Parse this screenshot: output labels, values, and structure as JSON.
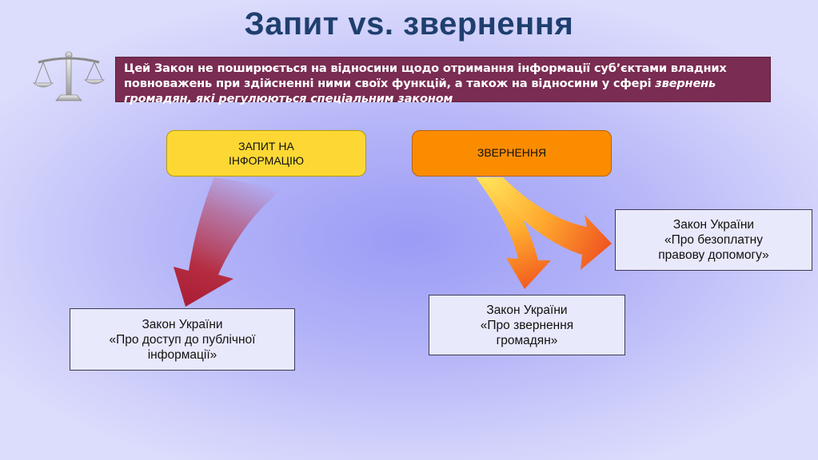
{
  "title": "Запит vs. звернення",
  "note": {
    "plain": "Цей Закон не поширюється на відносини щодо отримання інформації суб’єктами владних повноважень при здійсненні ними своїх функцій, а також на відносини у сфері ",
    "italic": "звернень громадян, які регулюються спеціальним законом"
  },
  "boxes": {
    "request": "ЗАПИТ НА\nІНФОРМАЦІЮ",
    "appeal": "ЗВЕРНЕННЯ"
  },
  "laws": {
    "public_info": "Закон України\n«Про доступ до публічної\nінформації»",
    "appeals": "Закон України\n«Про звернення\nгромадян»",
    "legal_aid": "Закон України\n«Про безоплатну\nправову допомогу»"
  },
  "colors": {
    "title": "#1f3f6e",
    "note_bg": "#7a2c52",
    "request_box": "#fdd835",
    "appeal_box": "#fb8c00",
    "arrow_red": "#b71c3a",
    "arrow_orange": "#f4511e",
    "law_box": "#e9e9fc"
  },
  "icons": [
    "scales-of-justice-icon"
  ]
}
